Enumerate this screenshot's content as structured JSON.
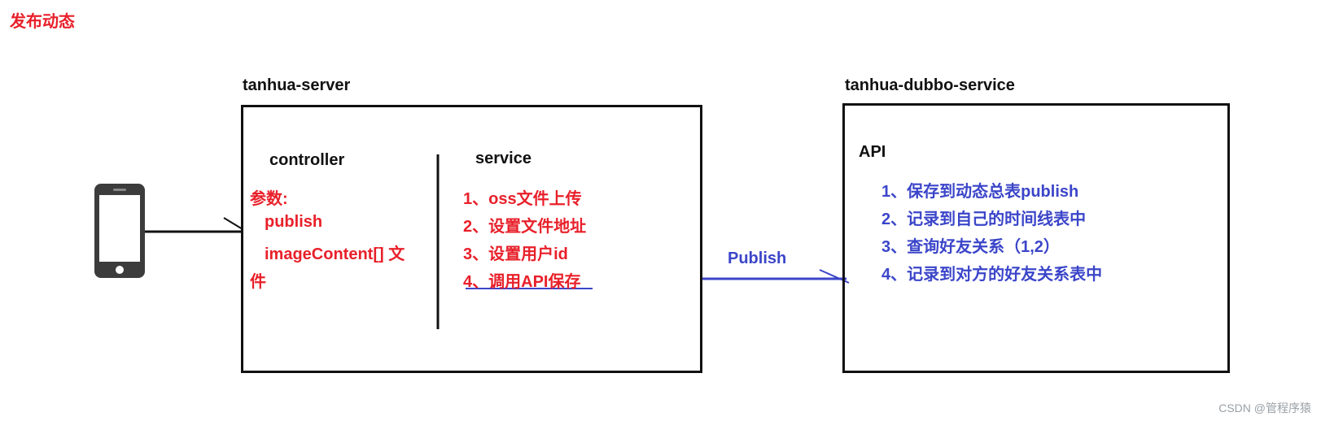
{
  "page_title": "发布动态",
  "server": {
    "label": "tanhua-server",
    "controller": {
      "heading": "controller",
      "params_label": "参数:",
      "params": [
        "publish",
        "imageContent[] 文",
        "件"
      ]
    },
    "service": {
      "heading": "service",
      "steps": [
        "1、oss文件上传",
        "2、设置文件地址",
        "3、设置用户id",
        "4、调用API保存"
      ]
    }
  },
  "dubbo": {
    "label": "tanhua-dubbo-service",
    "api": {
      "heading": "API",
      "steps": [
        "1、保存到动态总表publish",
        "2、记录到自己的时间线表中",
        "3、查询好友关系（1,2）",
        "4、记录到对方的好友关系表中"
      ]
    }
  },
  "arrow_label": "Publish",
  "watermark": "CSDN @管程序猿",
  "colors": {
    "red": "#e8202a",
    "blue": "#3b45c9",
    "black": "#111111"
  }
}
